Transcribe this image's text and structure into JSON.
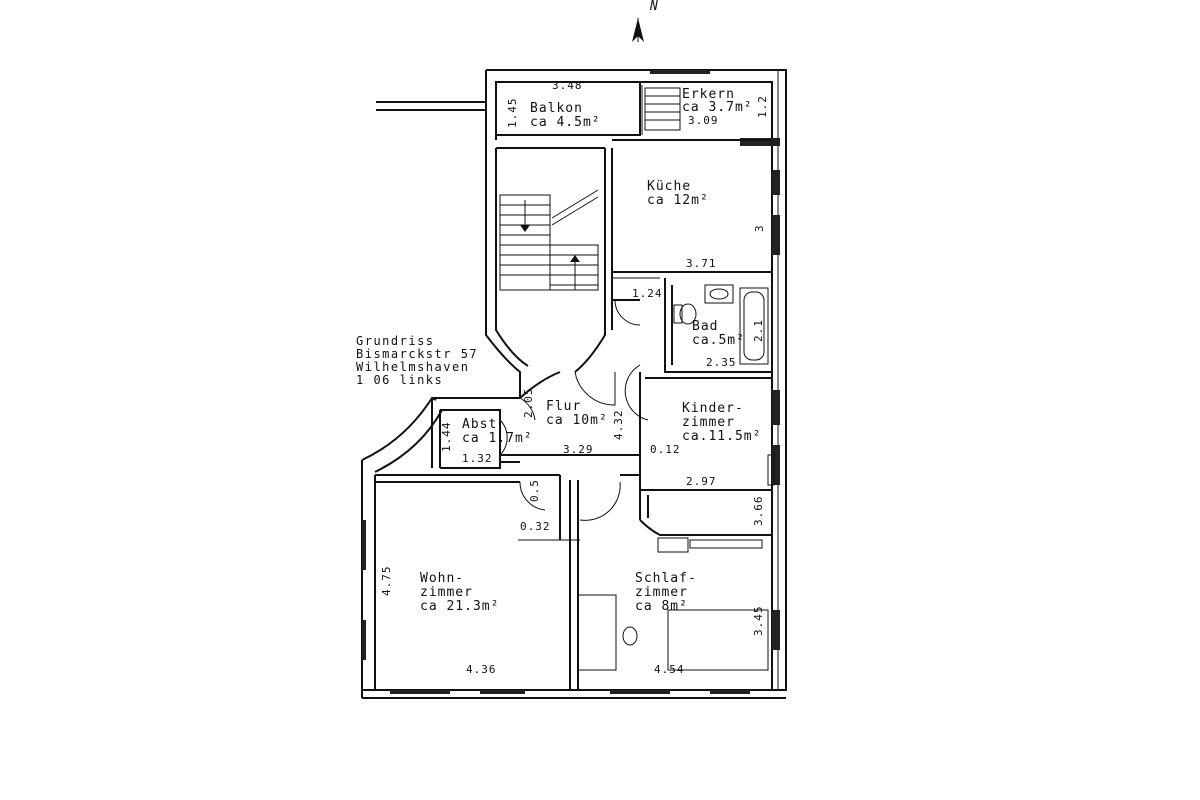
{
  "compass": {
    "label": "N"
  },
  "info": {
    "line1": "Grundriss",
    "line2": "Bismarckstr 57",
    "line3": "Wilhelmshaven",
    "line4": "1 06 links"
  },
  "rooms": {
    "balkon": {
      "name": "Balkon",
      "area": "ca 4.5m²"
    },
    "erkern": {
      "name": "Erkern",
      "area": "ca 3.7m²"
    },
    "kueche": {
      "name": "Küche",
      "area": "ca 12m²"
    },
    "bad": {
      "name": "Bad",
      "area": "ca.5m²"
    },
    "flur": {
      "name": "Flur",
      "area": "ca 10m²"
    },
    "abst": {
      "name": "Abst",
      "area": "ca 1.7m²"
    },
    "kinder": {
      "name1": "Kinder-",
      "name2": "zimmer",
      "area": "ca.11.5m²"
    },
    "wohn": {
      "name1": "Wohn-",
      "name2": "zimmer",
      "area": "ca 21.3m²"
    },
    "schlaf": {
      "name1": "Schlaf-",
      "name2": "zimmer",
      "area": "ca 8m²"
    }
  },
  "dimensions": {
    "balkon_w": "3.48",
    "balkon_h": "1.45",
    "erkern_w": "3.09",
    "erkern_h": "1.2",
    "kueche_w": "3.71",
    "kueche_h": "3",
    "bad_small": "1.24",
    "bad_w": "2.35",
    "bad_h": "2.1",
    "flur_a": "2.05",
    "flur_b": "4.32",
    "flur_w": "3.29",
    "flur_c": "0.12",
    "abst_h": "1.44",
    "abst_w": "1.32",
    "kinder_w": "2.97",
    "kinder_h": "3.66",
    "door_a": "0.5",
    "door_b": "0.32",
    "wohn_h": "4.75",
    "wohn_w": "4.36",
    "schlaf_w": "4.54",
    "schlaf_h": "3.45"
  }
}
